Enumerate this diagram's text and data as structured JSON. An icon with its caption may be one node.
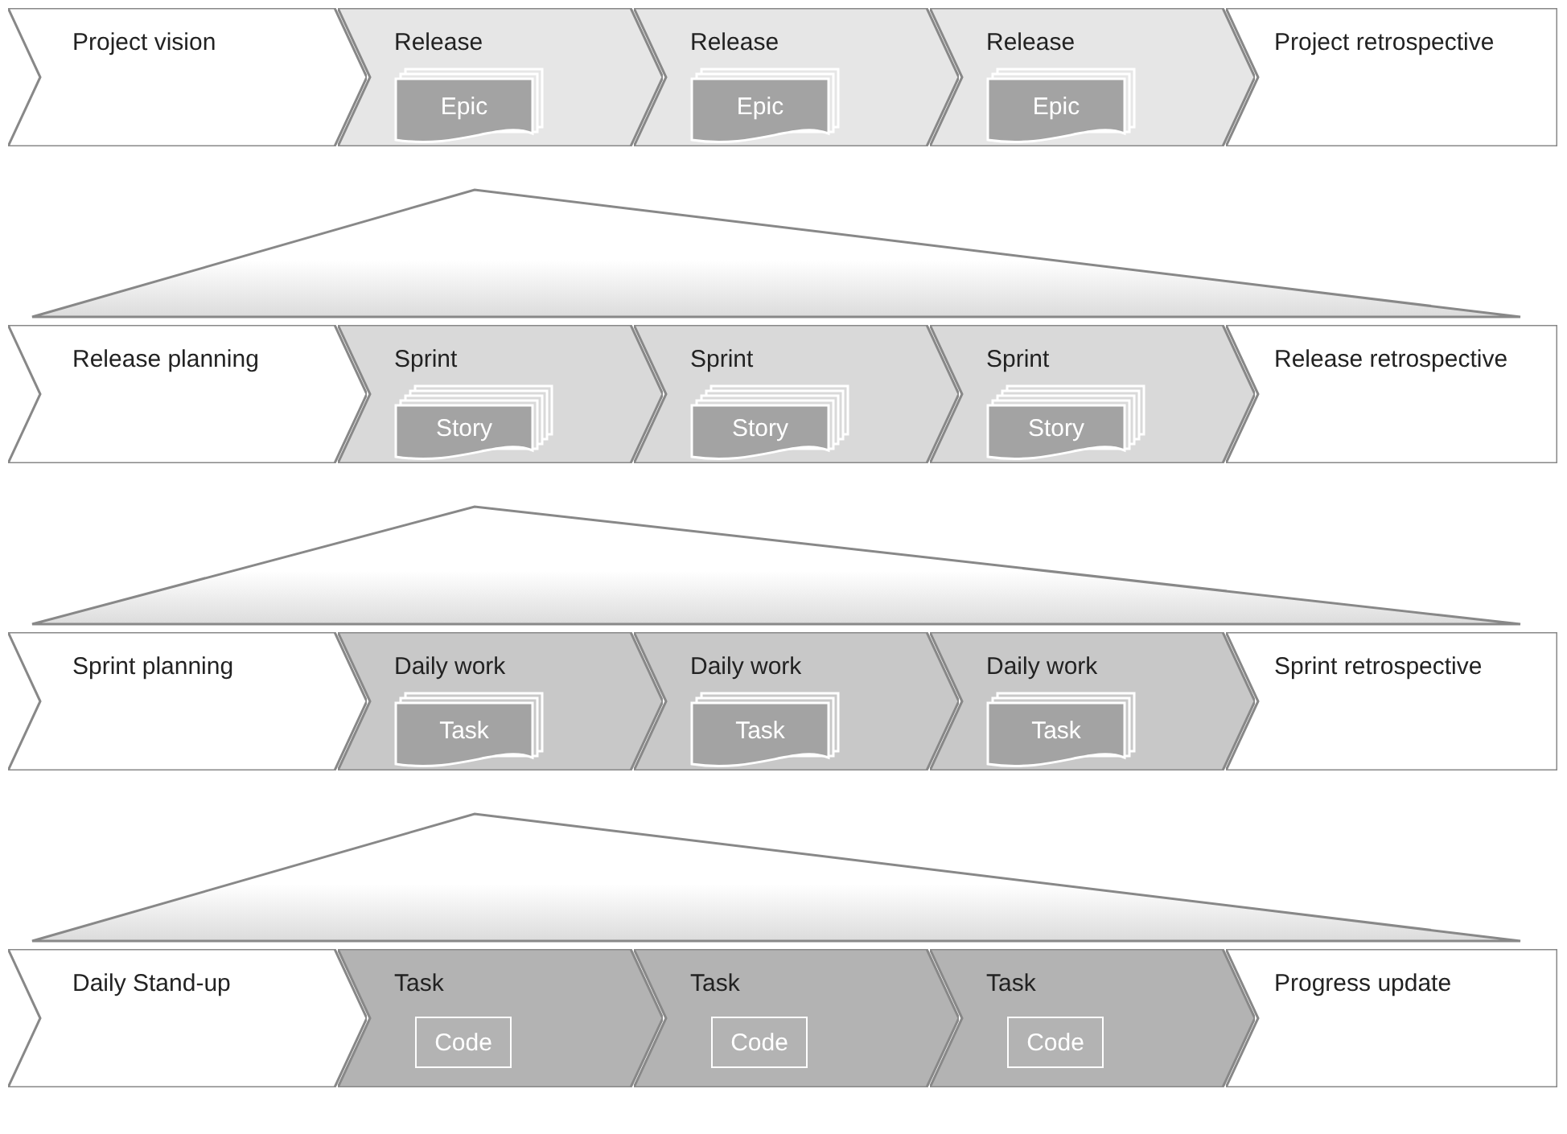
{
  "diagram": {
    "nodes": [
      {
        "text": [
          "Project vision"
        ]
      },
      {
        "text": [
          "Release"
        ]
      },
      {
        "text": [
          "Epic"
        ],
        "in": 1
      },
      {
        "text": [
          "Release"
        ]
      },
      {
        "text": [
          "Epic"
        ],
        "in": 3
      },
      {
        "text": [
          "Release"
        ]
      },
      {
        "text": [
          "Epic"
        ],
        "in": 5
      },
      {
        "text": [
          "Project retrospective"
        ]
      },
      {
        "text": [],
        "shape": "triangle"
      },
      {
        "text": [
          "Release planning"
        ]
      },
      {
        "text": [
          "Sprint"
        ]
      },
      {
        "text": [
          "Story"
        ],
        "in": 10
      },
      {
        "text": [
          "Sprint"
        ]
      },
      {
        "text": [
          "Story"
        ],
        "in": 12
      },
      {
        "text": [
          "Sprint"
        ]
      },
      {
        "text": [
          "Story"
        ],
        "in": 14
      },
      {
        "text": [
          "Release retrospective"
        ]
      },
      {
        "text": [],
        "shape": "triangle"
      },
      {
        "text": [
          "Sprint planning"
        ]
      },
      {
        "text": [
          "Daily work"
        ]
      },
      {
        "text": [
          "Task"
        ],
        "in": 19
      },
      {
        "text": [
          "Daily work"
        ]
      },
      {
        "text": [
          "Task"
        ],
        "in": 21
      },
      {
        "text": [
          "Daily work"
        ]
      },
      {
        "text": [
          "Task"
        ],
        "in": 23
      },
      {
        "text": [
          "Sprint retrospective"
        ]
      },
      {
        "text": [],
        "shape": "triangle"
      },
      {
        "text": [
          "Daily Stand-up"
        ]
      },
      {
        "text": [
          "Task"
        ]
      },
      {
        "text": [
          "Code"
        ],
        "in": 28
      },
      {
        "text": [
          "Task"
        ]
      },
      {
        "text": [
          "Code"
        ],
        "in": 30
      },
      {
        "text": [
          "Task"
        ]
      },
      {
        "text": [
          "Code"
        ],
        "in": 32
      },
      {
        "text": [
          "Progress update"
        ]
      }
    ]
  }
}
